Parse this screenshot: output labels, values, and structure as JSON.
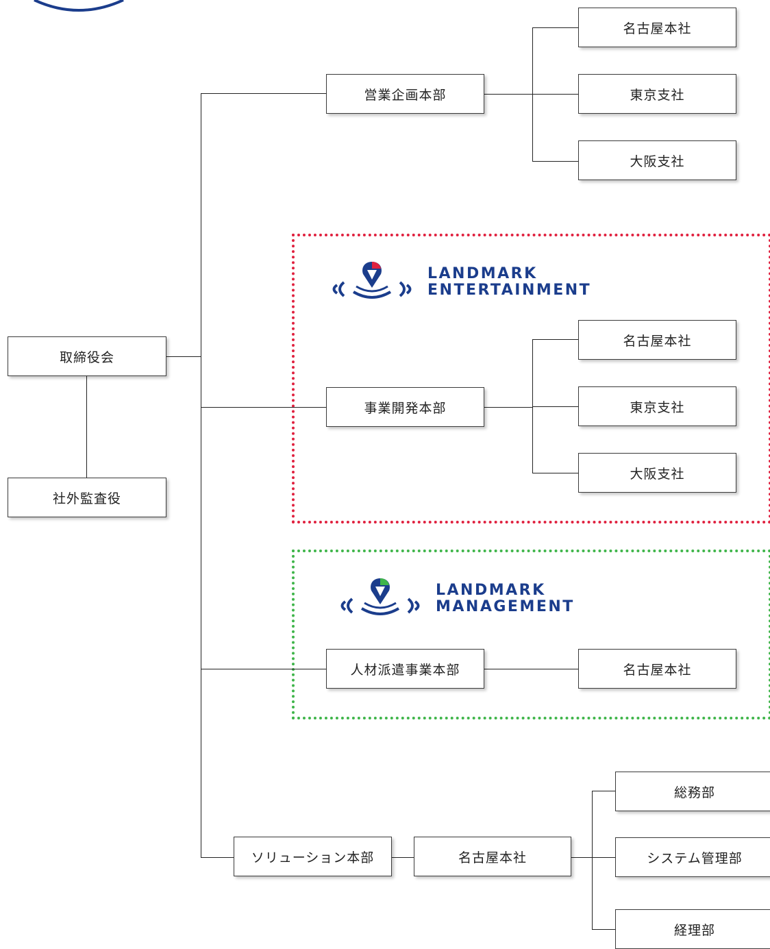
{
  "board": {
    "label": "取締役会"
  },
  "auditor": {
    "label": "社外監査役"
  },
  "sales": {
    "label": "営業企画本部",
    "branches": [
      "名古屋本社",
      "東京支社",
      "大阪支社"
    ]
  },
  "business_dev": {
    "label": "事業開発本部",
    "branches": [
      "名古屋本社",
      "東京支社",
      "大阪支社"
    ]
  },
  "staffing": {
    "label": "人材派遣事業本部",
    "branches": [
      "名古屋本社"
    ]
  },
  "solution": {
    "label": "ソリューション本部",
    "hq": "名古屋本社",
    "depts": [
      "総務部",
      "システム管理部",
      "経理部"
    ]
  },
  "logo_entertainment": {
    "line1": "LANDMARK",
    "line2": "ENTERTAINMENT",
    "accent": "#e0213f"
  },
  "logo_management": {
    "line1": "LANDMARK",
    "line2": "MANAGEMENT",
    "accent": "#3fb54a"
  },
  "colors": {
    "brand": "#1b3d8c",
    "red_group": "#e0213f",
    "green_group": "#3fb54a"
  }
}
